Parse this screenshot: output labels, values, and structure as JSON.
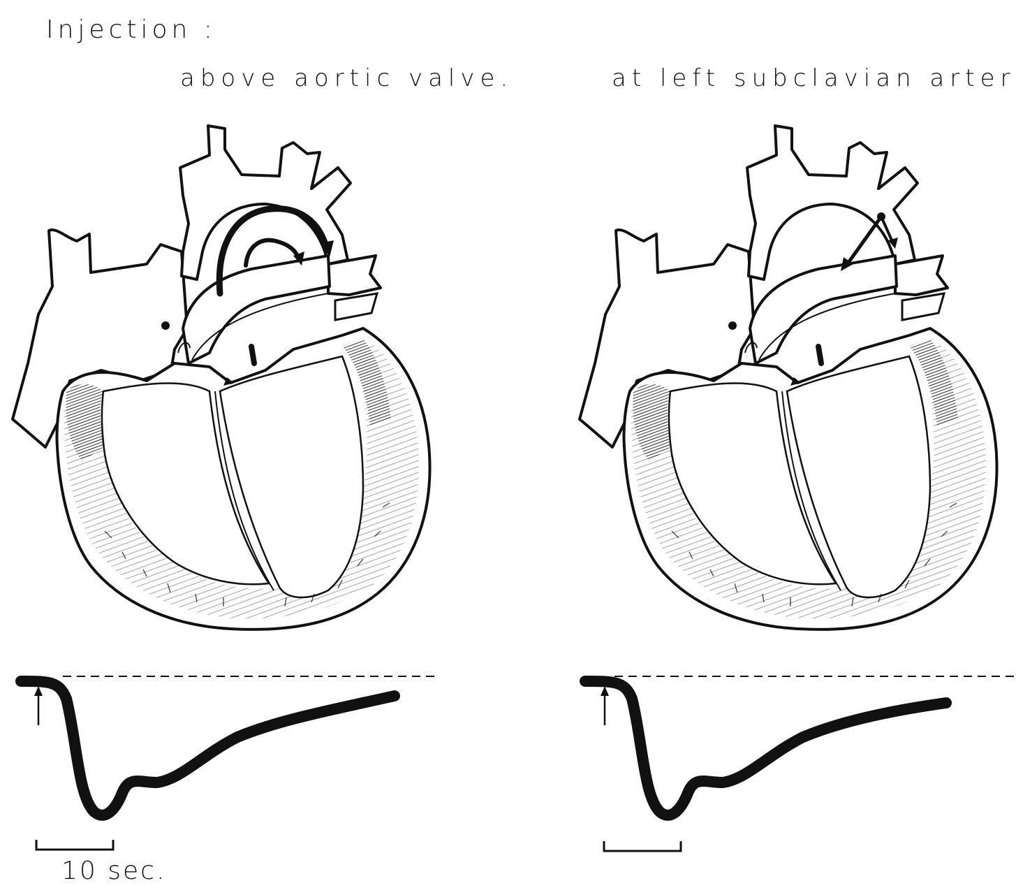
{
  "figure": {
    "injection_label": "Injection :",
    "panels": [
      {
        "title": "above aortic valve."
      },
      {
        "title": "at left subclavian artery."
      }
    ],
    "scale_bar_label": "10 sec."
  },
  "colors": {
    "ink": "#111111",
    "paper": "#ffffff"
  }
}
